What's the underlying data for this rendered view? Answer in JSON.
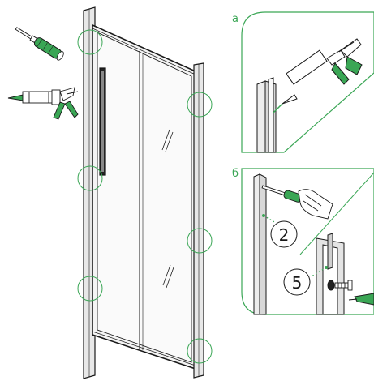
{
  "panels": {
    "a": {
      "label": "а"
    },
    "b": {
      "label": "б"
    }
  },
  "callouts": {
    "step_top": "2",
    "step_bottom": "5"
  },
  "tools": {
    "screwdriver": "screwdriver-icon",
    "sealant_gun": "sealant-gun-icon"
  },
  "colors": {
    "accent": "#3aa655",
    "line": "#1a1a1a",
    "frame_fill": "#dcdcdc",
    "glass": "#f7f7f7"
  }
}
